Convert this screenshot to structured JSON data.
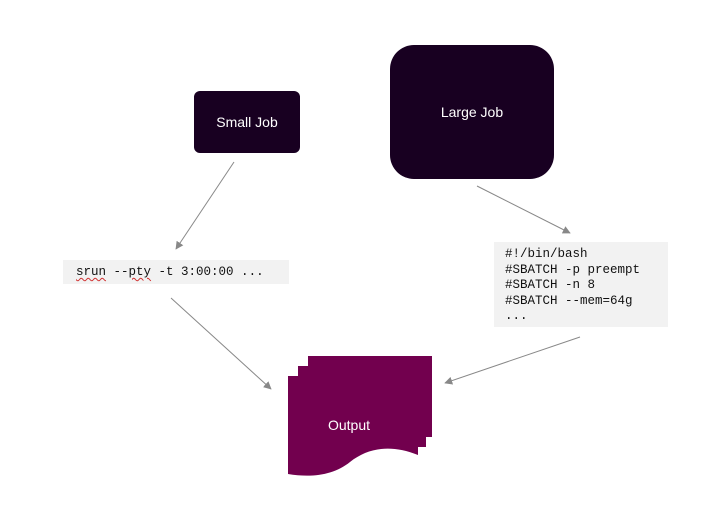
{
  "nodes": {
    "small_job": "Small Job",
    "large_job": "Large Job",
    "output": "Output"
  },
  "srun_command": {
    "cmd": "srun",
    "sep1": " --",
    "flag": "pty",
    "rest": " -t 3:00:00 ..."
  },
  "sbatch_script": {
    "line1": "#!/bin/bash",
    "line2": "#SBATCH -p preempt",
    "line3": "#SBATCH -n 8",
    "line4": "#SBATCH --mem=64g",
    "line5": "..."
  },
  "colors": {
    "job_box": "#180021",
    "output_doc": "#72004e",
    "arrow": "#888888",
    "code_bg": "#f2f2f2"
  }
}
